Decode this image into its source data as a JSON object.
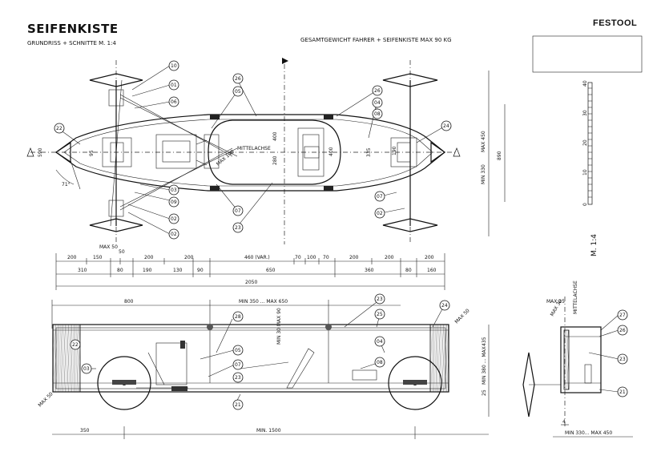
{
  "header": {
    "title": "SEIFENKISTE",
    "subtitle": "GRUNDRISS + SCHNITTE   M. 1:4",
    "weight_note": "GESAMTGEWICHT FAHRER + SEIFENKISTE  MAX  90 KG",
    "brand": "FESTOOL"
  },
  "scale_bar": {
    "ticks": [
      "40",
      "30",
      "20",
      "10",
      "0"
    ],
    "label": "M. 1:4"
  },
  "plan": {
    "center_label": "MITTELACHSE",
    "angle": "71°",
    "parts": [
      "10",
      "01",
      "06",
      "22",
      "26",
      "05",
      "03",
      "09",
      "02",
      "07",
      "23",
      "24",
      "08",
      "04"
    ],
    "inner_dims": [
      "590",
      "400",
      "280",
      "400",
      "335",
      "MAX 140",
      "MAX 450",
      "MIN 330",
      "890",
      "95",
      "190"
    ],
    "chain_upper": [
      "200",
      "150",
      "50",
      "200",
      "200",
      "460 (VAR.)",
      "70",
      "100",
      "70",
      "200",
      "200",
      "200"
    ],
    "chain_lower": [
      "310",
      "80",
      "190",
      "130",
      "90",
      "650",
      "360",
      "80",
      "160"
    ],
    "max_50": "MAX 50",
    "total": "2050"
  },
  "side": {
    "top_dims": [
      "800",
      "MIN 350 ... MAX 650"
    ],
    "parts": [
      "22",
      "28",
      "05",
      "03",
      "07",
      "23",
      "21",
      "25",
      "24",
      "04",
      "08"
    ],
    "right_dims": [
      "435",
      "MIN 380 ... MAX",
      "25"
    ],
    "bottom_dims": [
      "350",
      "MIN. 1500"
    ],
    "side_max": [
      "MAX 50",
      "MAX 50"
    ],
    "min_max_90": "MIN 30 MAX 90"
  },
  "section": {
    "center_label": "MITTELACHSE",
    "max_label": "MAX 25",
    "max_small": "MAX 30",
    "parts": [
      "27",
      "26",
      "23",
      "21"
    ],
    "bottom_dims": [
      "4",
      "MIN 330... MAX 450"
    ]
  }
}
